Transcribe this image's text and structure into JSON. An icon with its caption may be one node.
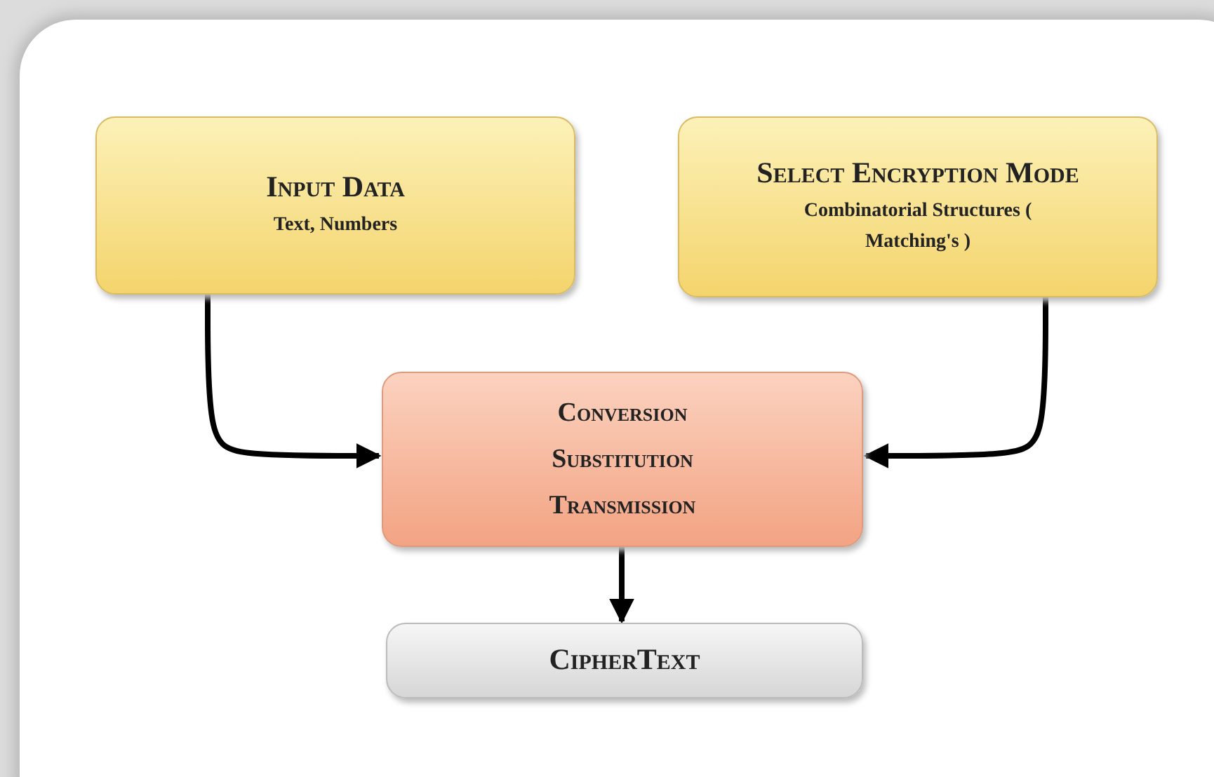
{
  "diagram": {
    "nodes": [
      {
        "text": [
          "Input Data",
          "Text, Numbers"
        ]
      },
      {
        "text": [
          "Select Encryption Mode",
          "Combinatorial Structures ( Matching's )"
        ]
      },
      {
        "text": [
          "Conversion",
          "Substitution",
          "Transmission"
        ]
      },
      {
        "text": [
          "CipherText"
        ]
      }
    ],
    "edges": [
      {
        "from": 0,
        "to": 2,
        "arrow": "to"
      },
      {
        "from": 1,
        "to": 2,
        "arrow": "to"
      },
      {
        "from": 2,
        "to": 3,
        "arrow": "to"
      }
    ]
  }
}
